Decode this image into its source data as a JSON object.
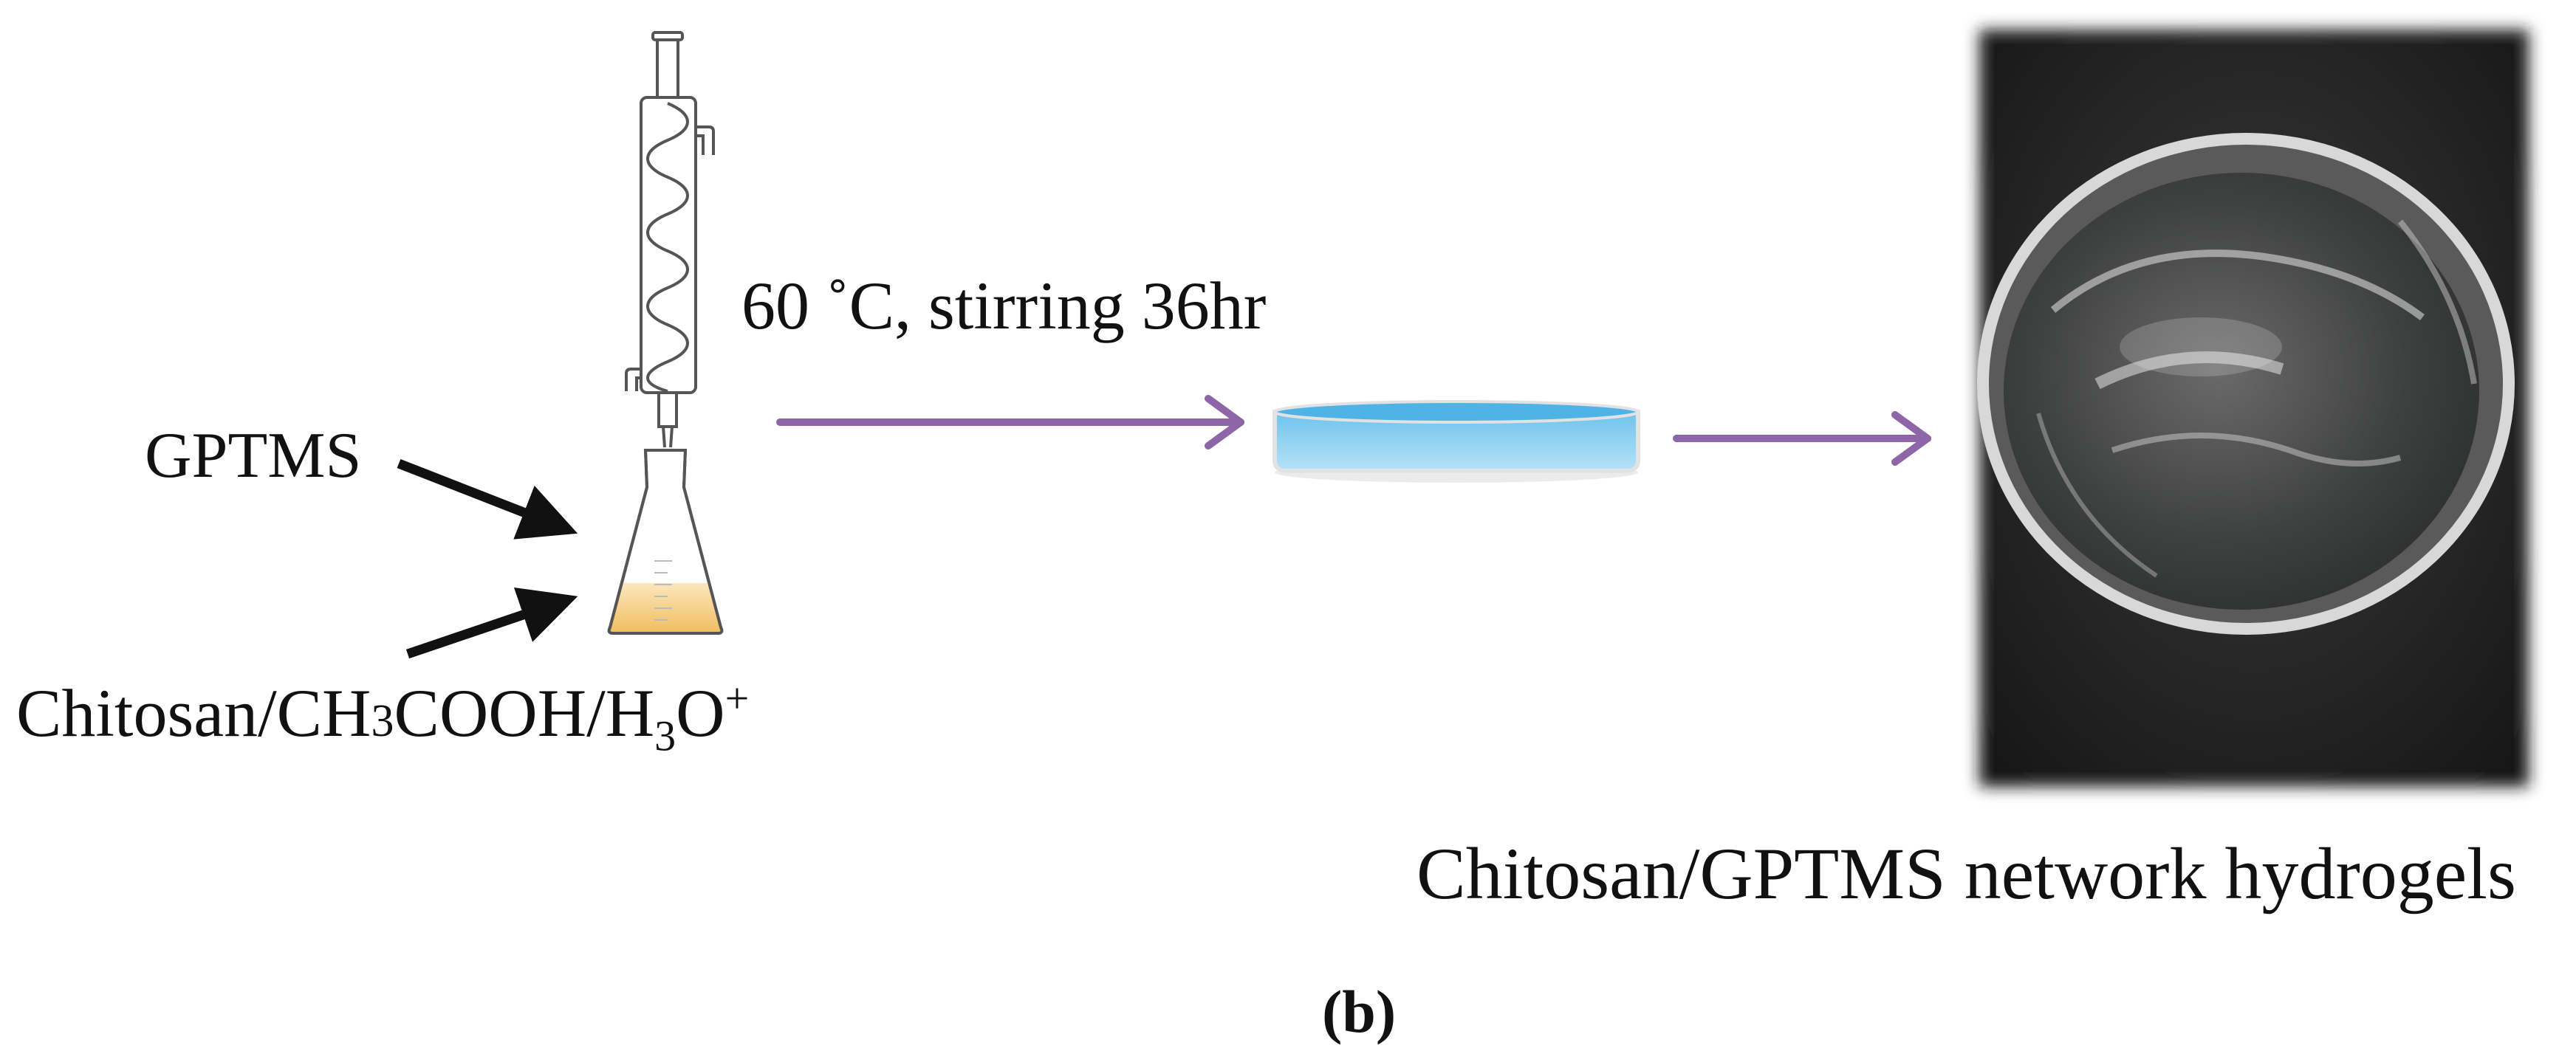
{
  "figure": {
    "condition_label": "60 ˚C, stirring 36hr",
    "reagent_1_label": "GPTMS",
    "reagent_2": {
      "part_a": "Chitosan/CH",
      "part_b": "3",
      "part_c": "COOH/H",
      "part_d": "3",
      "part_e": "O",
      "part_f": "+"
    },
    "product_label": "Chitosan/GPTMS network hydrogels",
    "panel_label": "(b)"
  },
  "colors": {
    "process_arrow": "#8e66a8",
    "input_arrow": "#111111",
    "dish_fill": "#79c7ee",
    "flask_liquid": "#f4c873",
    "photo_background": "#2a2a2a"
  },
  "icons": [
    "reflux-condenser-icon",
    "erlenmeyer-flask-icon",
    "petri-dish-icon",
    "hydrogel-photo"
  ]
}
